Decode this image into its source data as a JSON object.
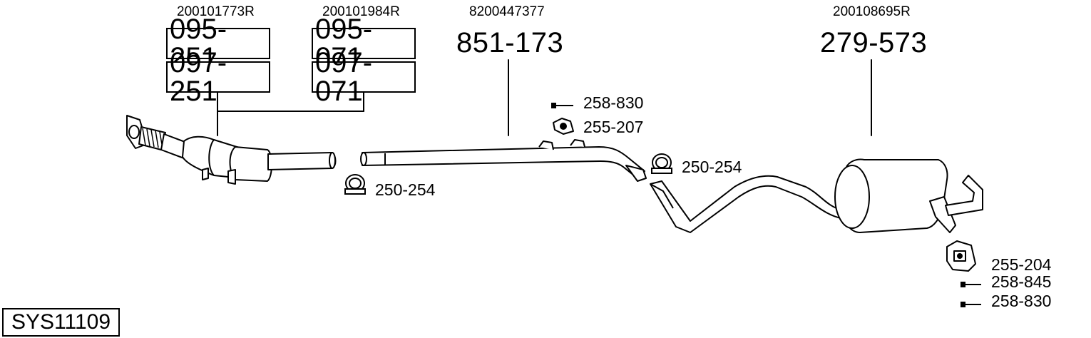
{
  "oem_numbers": [
    "200101773R",
    "200101984R",
    "8200447377",
    "200108695R"
  ],
  "main_parts": {
    "front_a_top": "095-251",
    "front_a_bottom": "097-251",
    "front_b_top": "095-071",
    "front_b_bottom": "097-071",
    "middle_pipe": "851-173",
    "rear_silencer": "279-573"
  },
  "accessories": {
    "bolt_top": "258-830",
    "mount_top": "255-207",
    "clamp_left": "250-254",
    "clamp_right": "250-254",
    "mount_rear": "255-204",
    "bolt_rear_a": "258-845",
    "bolt_rear_b": "258-830"
  },
  "system_code": "SYS11109"
}
